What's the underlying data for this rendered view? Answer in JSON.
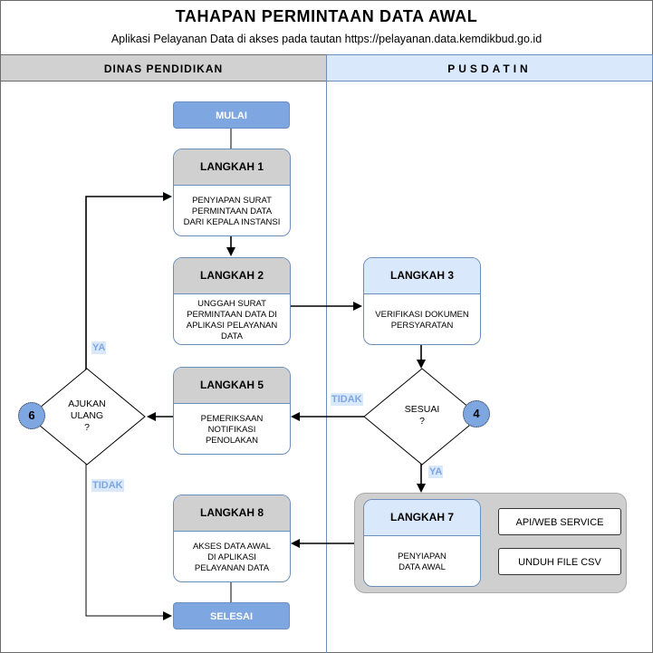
{
  "title": "TAHAPAN PERMINTAAN DATA AWAL",
  "subtitle": "Aplikasi Pelayanan Data di akses pada tautan https://pelayanan.data.kemdikbud.go.id",
  "lanes": {
    "left": "DINAS PENDIDIKAN",
    "right": "PUSDATIN"
  },
  "start": "MULAI",
  "end": "SELESAI",
  "steps": {
    "s1": {
      "title": "LANGKAH 1",
      "text": "PENYIAPAN SURAT\nPERMINTAAN DATA\nDARI KEPALA INSTANSI"
    },
    "s2": {
      "title": "LANGKAH 2",
      "text": "UNGGAH SURAT\nPERMINTAAN DATA DI\nAPLIKASI PELAYANAN\nDATA"
    },
    "s3": {
      "title": "LANGKAH 3",
      "text": "VERIFIKASI DOKUMEN\nPERSYARATAN"
    },
    "s5": {
      "title": "LANGKAH 5",
      "text": "PEMERIKSAAN\nNOTIFIKASI\nPENOLAKAN"
    },
    "s7": {
      "title": "LANGKAH 7",
      "text": "PENYIAPAN\nDATA AWAL"
    },
    "s8": {
      "title": "LANGKAH 8",
      "text": "AKSES DATA AWAL\nDI APLIKASI\nPELAYANAN DATA"
    }
  },
  "outputs": {
    "api": "API/WEB SERVICE",
    "csv": "UNDUH FILE CSV"
  },
  "decisions": {
    "d4": {
      "text": "SESUAI\n?",
      "number": "4",
      "yes": "YA",
      "no": "TIDAK"
    },
    "d6": {
      "text": "AJUKAN\nULANG\n?",
      "number": "6",
      "yes": "YA",
      "no": "TIDAK"
    }
  }
}
